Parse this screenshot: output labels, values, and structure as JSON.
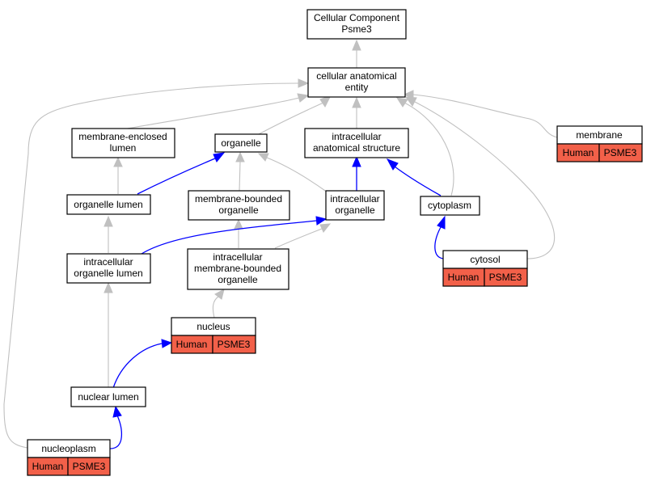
{
  "colors": {
    "is_a_edge": "#c0c0c0",
    "part_of_edge": "#0000ff",
    "annotation_fill": "#f26049",
    "node_fill": "#ffffff"
  },
  "nodes": {
    "root": [
      "Cellular Component",
      "Psme3"
    ],
    "cellular_anatomical_entity": [
      "cellular anatomical",
      "entity"
    ],
    "membrane_enclosed_lumen": [
      "membrane-enclosed",
      "lumen"
    ],
    "organelle": [
      "organelle"
    ],
    "intracellular_anatomical_structure": [
      "intracellular",
      "anatomical structure"
    ],
    "membrane": [
      "membrane"
    ],
    "organelle_lumen": [
      "organelle lumen"
    ],
    "membrane_bounded_organelle": [
      "membrane-bounded",
      "organelle"
    ],
    "intracellular_organelle": [
      "intracellular",
      "organelle"
    ],
    "cytoplasm": [
      "cytoplasm"
    ],
    "intracellular_organelle_lumen": [
      "intracellular",
      "organelle lumen"
    ],
    "intracellular_membrane_bounded_organelle": [
      "intracellular",
      "membrane-bounded",
      "organelle"
    ],
    "cytosol": [
      "cytosol"
    ],
    "nucleus": [
      "nucleus"
    ],
    "nuclear_lumen": [
      "nuclear lumen"
    ],
    "nucleoplasm": [
      "nucleoplasm"
    ]
  },
  "annotations": {
    "membrane": [
      "Human",
      "PSME3"
    ],
    "cytosol": [
      "Human",
      "PSME3"
    ],
    "nucleus": [
      "Human",
      "PSME3"
    ],
    "nucleoplasm": [
      "Human",
      "PSME3"
    ]
  }
}
